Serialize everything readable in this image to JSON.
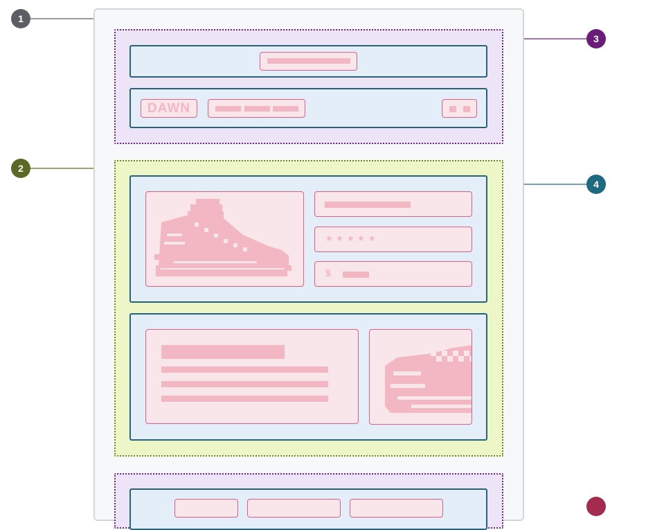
{
  "callouts": [
    {
      "label": "1",
      "color": "#5b5e62"
    },
    {
      "label": "2",
      "color": "#5a6a26"
    },
    {
      "label": "3",
      "color": "#6a1d78"
    },
    {
      "label": "4",
      "color": "#1e6a80"
    }
  ],
  "logo": {
    "text": "DAWN"
  },
  "price": {
    "currency_symbol": "$"
  },
  "rating": {
    "star_glyph": "★"
  },
  "colors": {
    "header_group": "#ede4f8",
    "main_group": "#ecf6c6",
    "section": "#e3eef8",
    "block": "#f8e6ea",
    "placeholder": "#f3b7c3"
  }
}
